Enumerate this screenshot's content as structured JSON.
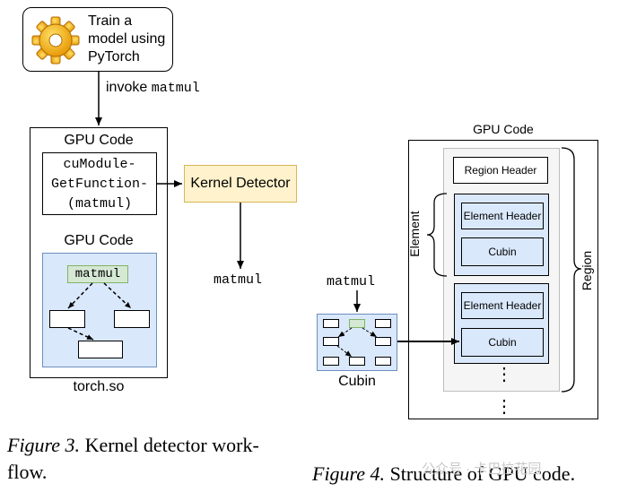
{
  "fig3": {
    "train_box": {
      "line1": "Train a",
      "line2": "model using",
      "line3": "PyTorch"
    },
    "invoke_label": "invoke",
    "invoke_func": "matmul",
    "outer_title": "GPU Code",
    "func_box": {
      "line1": "cuModule-",
      "line2": "GetFunction-",
      "line3": "(matmul)"
    },
    "inner_title": "GPU Code",
    "inner_node": "matmul",
    "outer_label": "torch.so",
    "detector": "Kernel Detector",
    "detector_output": "matmul",
    "caption_prefix": "Figure 3.",
    "caption_line1": " Kernel detector work-",
    "caption_line2": "flow."
  },
  "fig4": {
    "title": "GPU Code",
    "region_header": "Region Header",
    "element_header_1": "Element Header",
    "cubin_1": "Cubin",
    "element_header_2": "Element Header",
    "cubin_2": "Cubin",
    "ellipsis_inner": "⋮",
    "ellipsis_outer": "⋮",
    "element_label": "Element",
    "region_label": "Region",
    "input_func": "matmul",
    "cubin_label": "Cubin",
    "caption_prefix": "Figure 4.",
    "caption_text": " Structure of GPU code."
  },
  "watermark": "公众号 · 卡巴拉花园",
  "colors": {
    "orange_fill": "#fff2cc",
    "orange_border": "#d6b656",
    "blue_fill": "#dae8fc",
    "blue_border": "#6c8ebf",
    "green_fill": "#d5e8d4",
    "green_border": "#82b366",
    "gray_fill": "#f5f5f5"
  }
}
